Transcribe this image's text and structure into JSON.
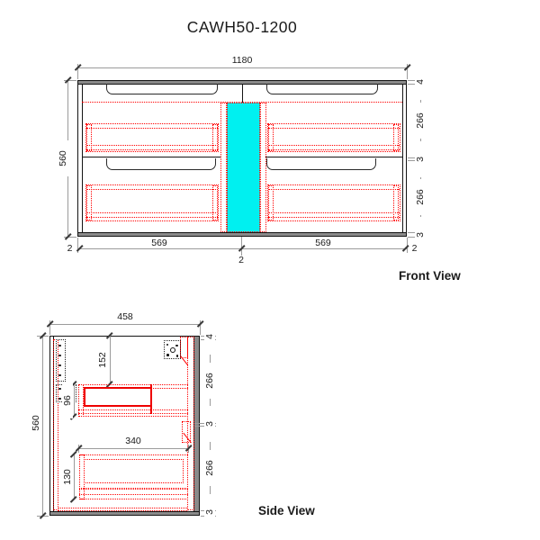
{
  "title": "CAWH50-1200",
  "views": {
    "front": {
      "label": "Front View",
      "dims": {
        "width": "1180",
        "height": "560",
        "right": [
          "4",
          "266",
          "3",
          "266",
          "3"
        ],
        "bottom": [
          "2",
          "569",
          "2",
          "569",
          "2"
        ]
      }
    },
    "side": {
      "label": "Side View",
      "dims": {
        "width": "458",
        "height": "560",
        "right": [
          "4",
          "266",
          "3",
          "266",
          "3"
        ],
        "drawer_top_offset": "152",
        "drawer_runner_height": "96",
        "drawer_width": "340",
        "drawer_front_height": "130"
      }
    }
  },
  "legend": {
    "highlight_color": "#00F0F0",
    "hidden_detail_color": "#FF0000",
    "panel_color": "#8A8A8A",
    "line_color": "#141414"
  }
}
